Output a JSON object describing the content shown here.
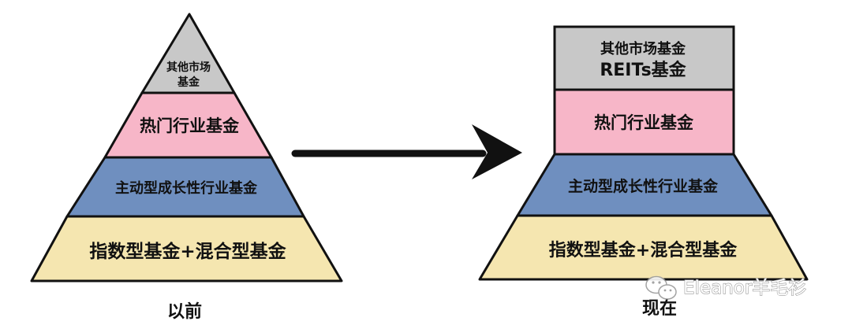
{
  "before": {
    "caption": "以前",
    "layers": [
      {
        "lines": [
          "其他市场",
          "基金"
        ],
        "color": "#c8c8c8"
      },
      {
        "lines": [
          "热门行业基金"
        ],
        "color": "#f7b6c8"
      },
      {
        "lines": [
          "主动型成长性行业基金"
        ],
        "color": "#6f8fbf"
      },
      {
        "lines": [
          "指数型基金+混合型基金"
        ],
        "color": "#f5e6b0"
      }
    ]
  },
  "after": {
    "caption": "现在",
    "layers": [
      {
        "lines": [
          "其他市场基金",
          "REITs基金"
        ],
        "color": "#c8c8c8"
      },
      {
        "lines": [
          "热门行业基金"
        ],
        "color": "#f7b6c8"
      },
      {
        "lines": [
          "主动型成长性行业基金"
        ],
        "color": "#6f8fbf"
      },
      {
        "lines": [
          "指数型基金+混合型基金"
        ],
        "color": "#f5e6b0"
      }
    ]
  },
  "watermark": {
    "text": "Eleanor羊毛衫",
    "icon": "wechat-icon"
  }
}
